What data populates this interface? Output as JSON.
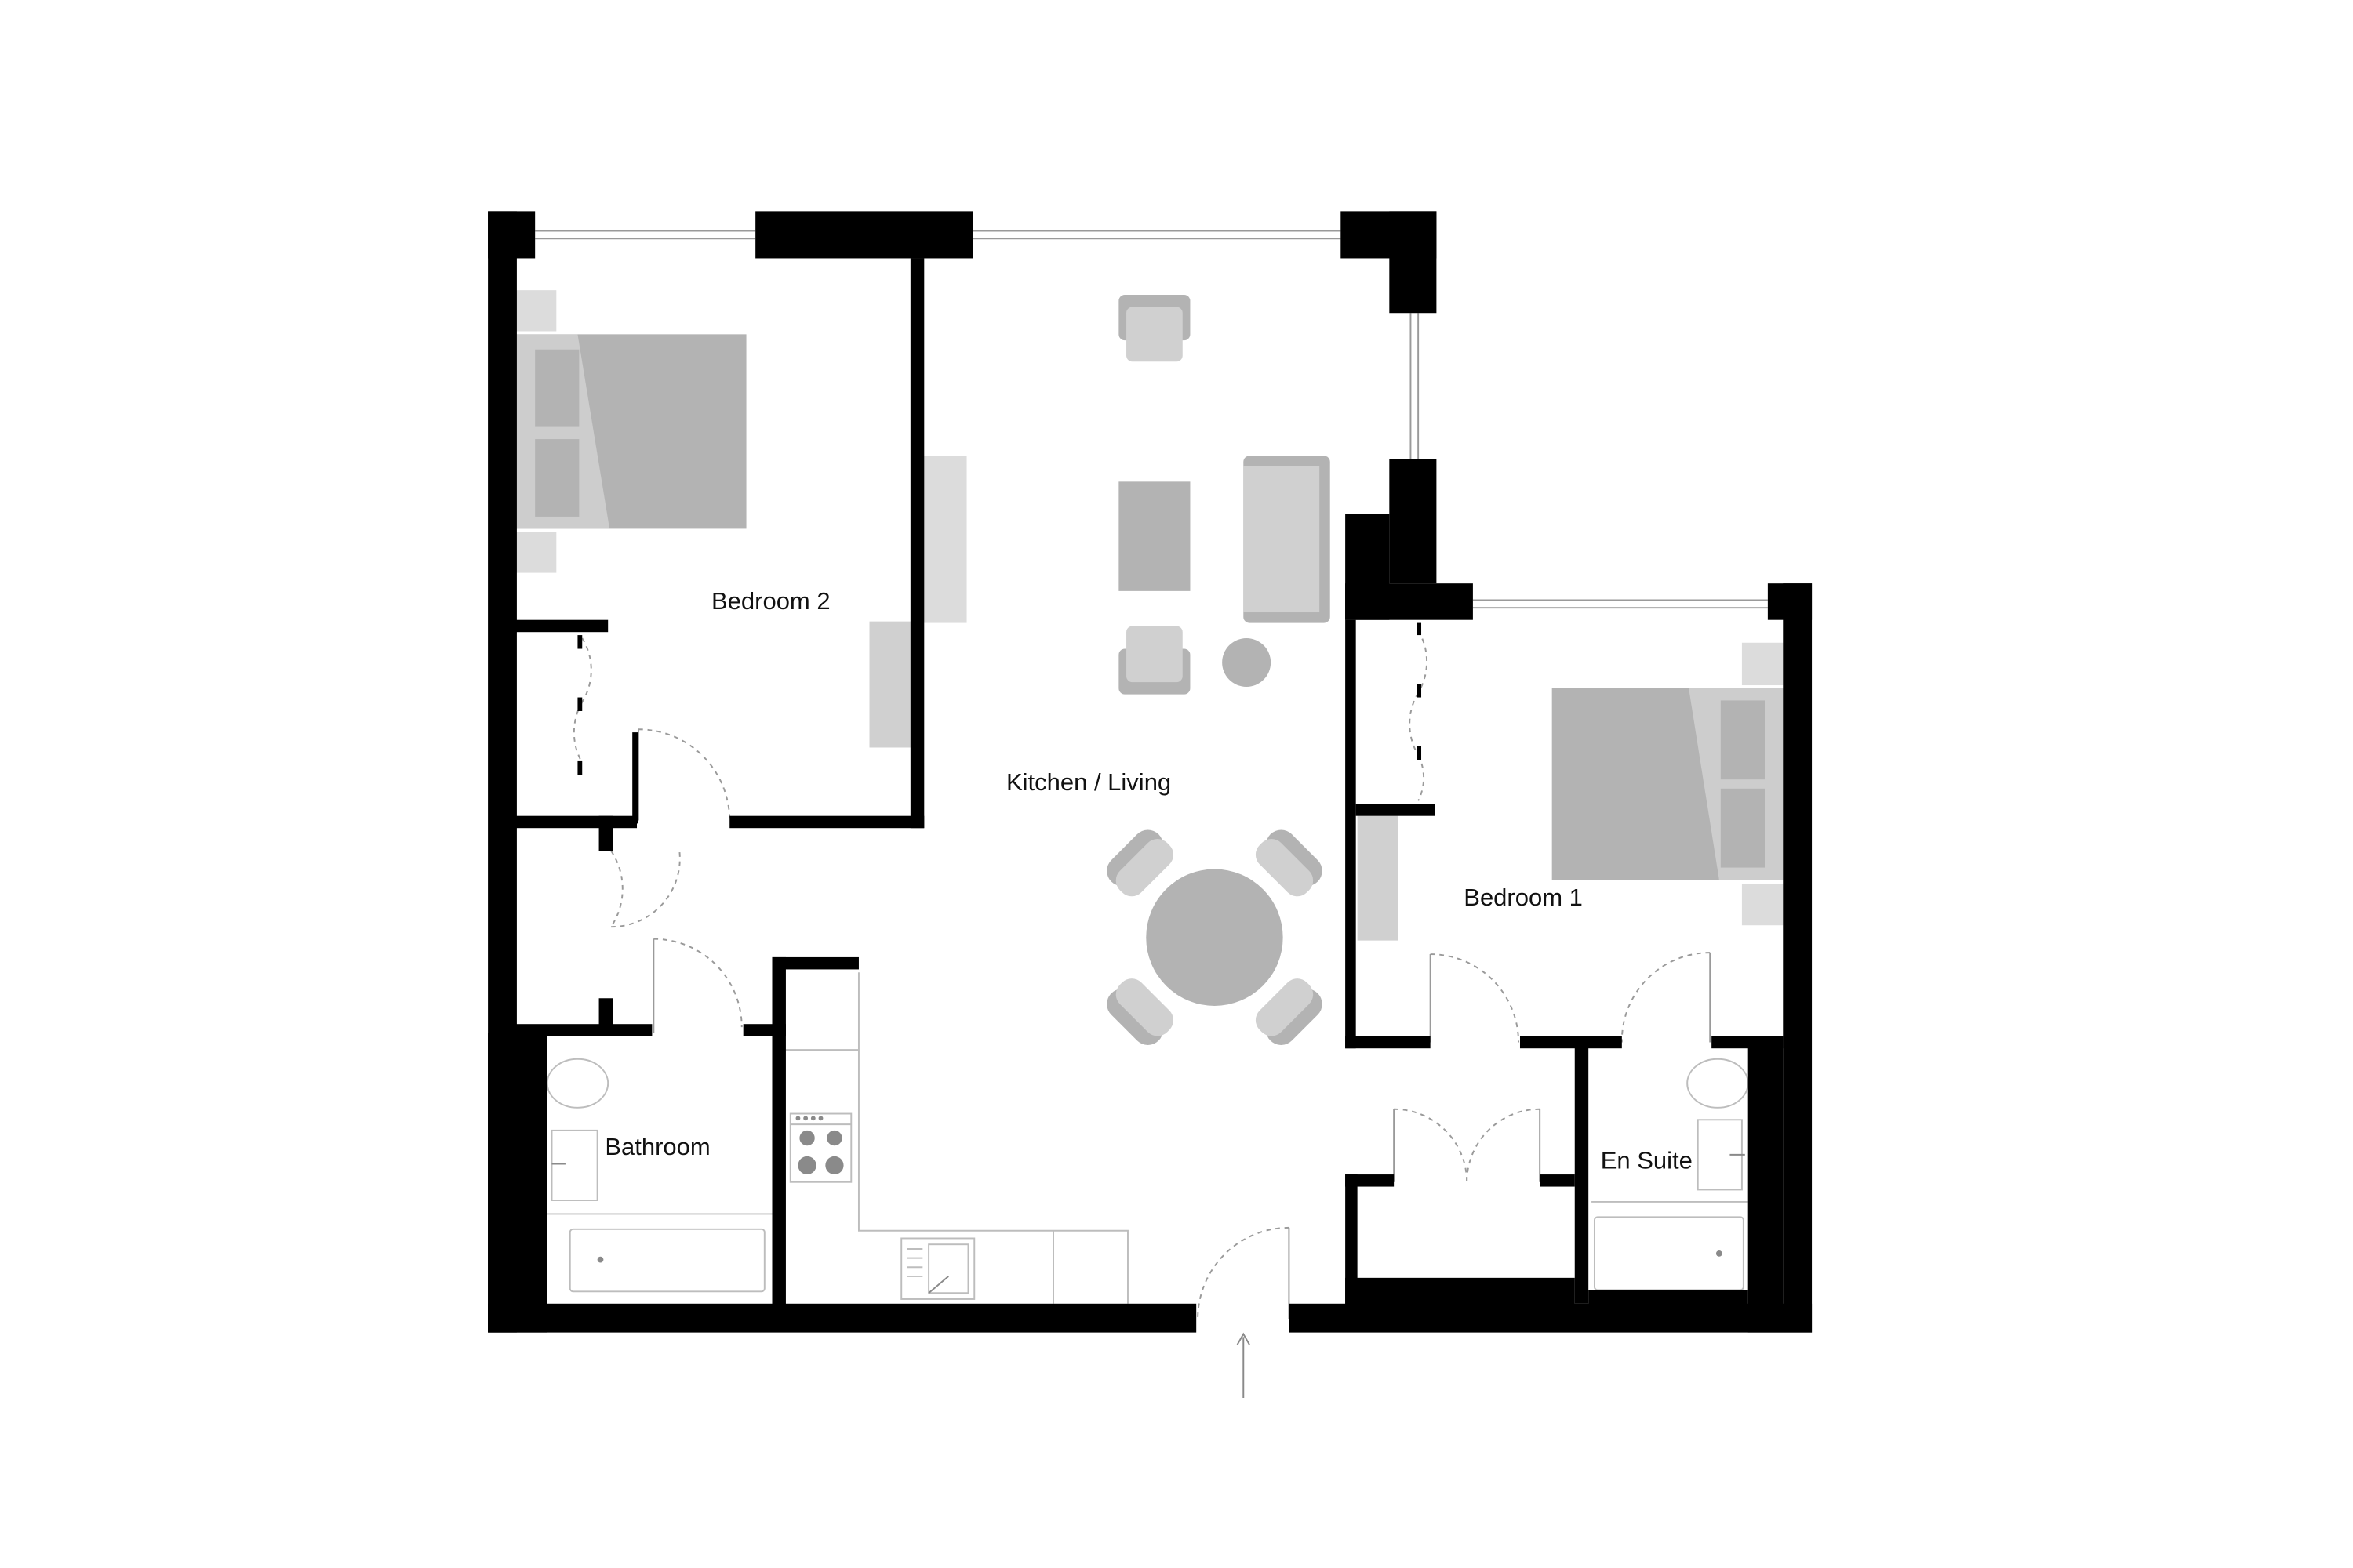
{
  "rooms": {
    "bedroom_2": "Bedroom 2",
    "kitchen_living": "Kitchen / Living",
    "bedroom_1": "Bedroom 1",
    "bathroom": "Bathroom",
    "en_suite": "En Suite"
  },
  "colors": {
    "wall": "#000000",
    "furniture_dark": "#b3b3b3",
    "furniture_light": "#d0d0d0",
    "furniture_lighter": "#dcdcdc",
    "fixture_line": "#bdbdbd",
    "background": "#ffffff"
  }
}
